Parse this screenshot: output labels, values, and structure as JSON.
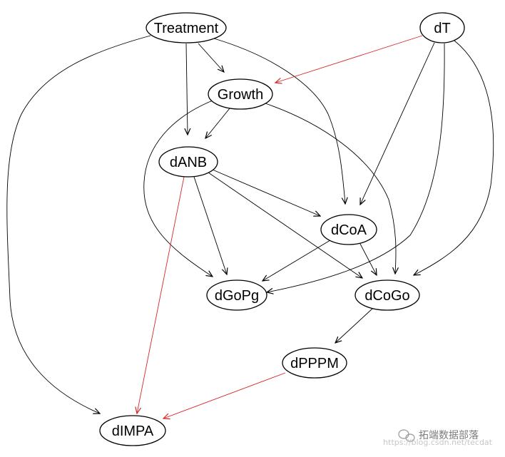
{
  "diagram": {
    "nodes": [
      {
        "id": "treatment",
        "label": "Treatment"
      },
      {
        "id": "dT",
        "label": "dT"
      },
      {
        "id": "growth",
        "label": "Growth"
      },
      {
        "id": "dANB",
        "label": "dANB"
      },
      {
        "id": "dCoA",
        "label": "dCoA"
      },
      {
        "id": "dGoPg",
        "label": "dGoPg"
      },
      {
        "id": "dCoGo",
        "label": "dCoGo"
      },
      {
        "id": "dPPPM",
        "label": "dPPPM"
      },
      {
        "id": "dIMPA",
        "label": "dIMPA"
      }
    ],
    "edges": [
      {
        "from": "treatment",
        "to": "growth",
        "color": "#000000"
      },
      {
        "from": "treatment",
        "to": "dANB",
        "color": "#000000"
      },
      {
        "from": "treatment",
        "to": "dCoA",
        "color": "#000000"
      },
      {
        "from": "treatment",
        "to": "dIMPA",
        "color": "#000000"
      },
      {
        "from": "dT",
        "to": "growth",
        "color": "#d62728"
      },
      {
        "from": "dT",
        "to": "dCoA",
        "color": "#000000"
      },
      {
        "from": "dT",
        "to": "dGoPg",
        "color": "#000000"
      },
      {
        "from": "dT",
        "to": "dCoGo",
        "color": "#000000"
      },
      {
        "from": "growth",
        "to": "dANB",
        "color": "#000000"
      },
      {
        "from": "growth",
        "to": "dGoPg",
        "color": "#000000"
      },
      {
        "from": "growth",
        "to": "dCoGo",
        "color": "#000000"
      },
      {
        "from": "dANB",
        "to": "dCoA",
        "color": "#000000"
      },
      {
        "from": "dANB",
        "to": "dGoPg",
        "color": "#000000"
      },
      {
        "from": "dANB",
        "to": "dCoGo",
        "color": "#000000"
      },
      {
        "from": "dANB",
        "to": "dIMPA",
        "color": "#d62728"
      },
      {
        "from": "dCoA",
        "to": "dGoPg",
        "color": "#000000"
      },
      {
        "from": "dCoA",
        "to": "dCoGo",
        "color": "#000000"
      },
      {
        "from": "dCoGo",
        "to": "dPPPM",
        "color": "#000000"
      },
      {
        "from": "dPPPM",
        "to": "dIMPA",
        "color": "#d62728"
      }
    ]
  },
  "watermark": {
    "text": "拓端数据部落",
    "url": "https://blog.csdn.net/tecdat",
    "icon": "wechat-icon"
  }
}
